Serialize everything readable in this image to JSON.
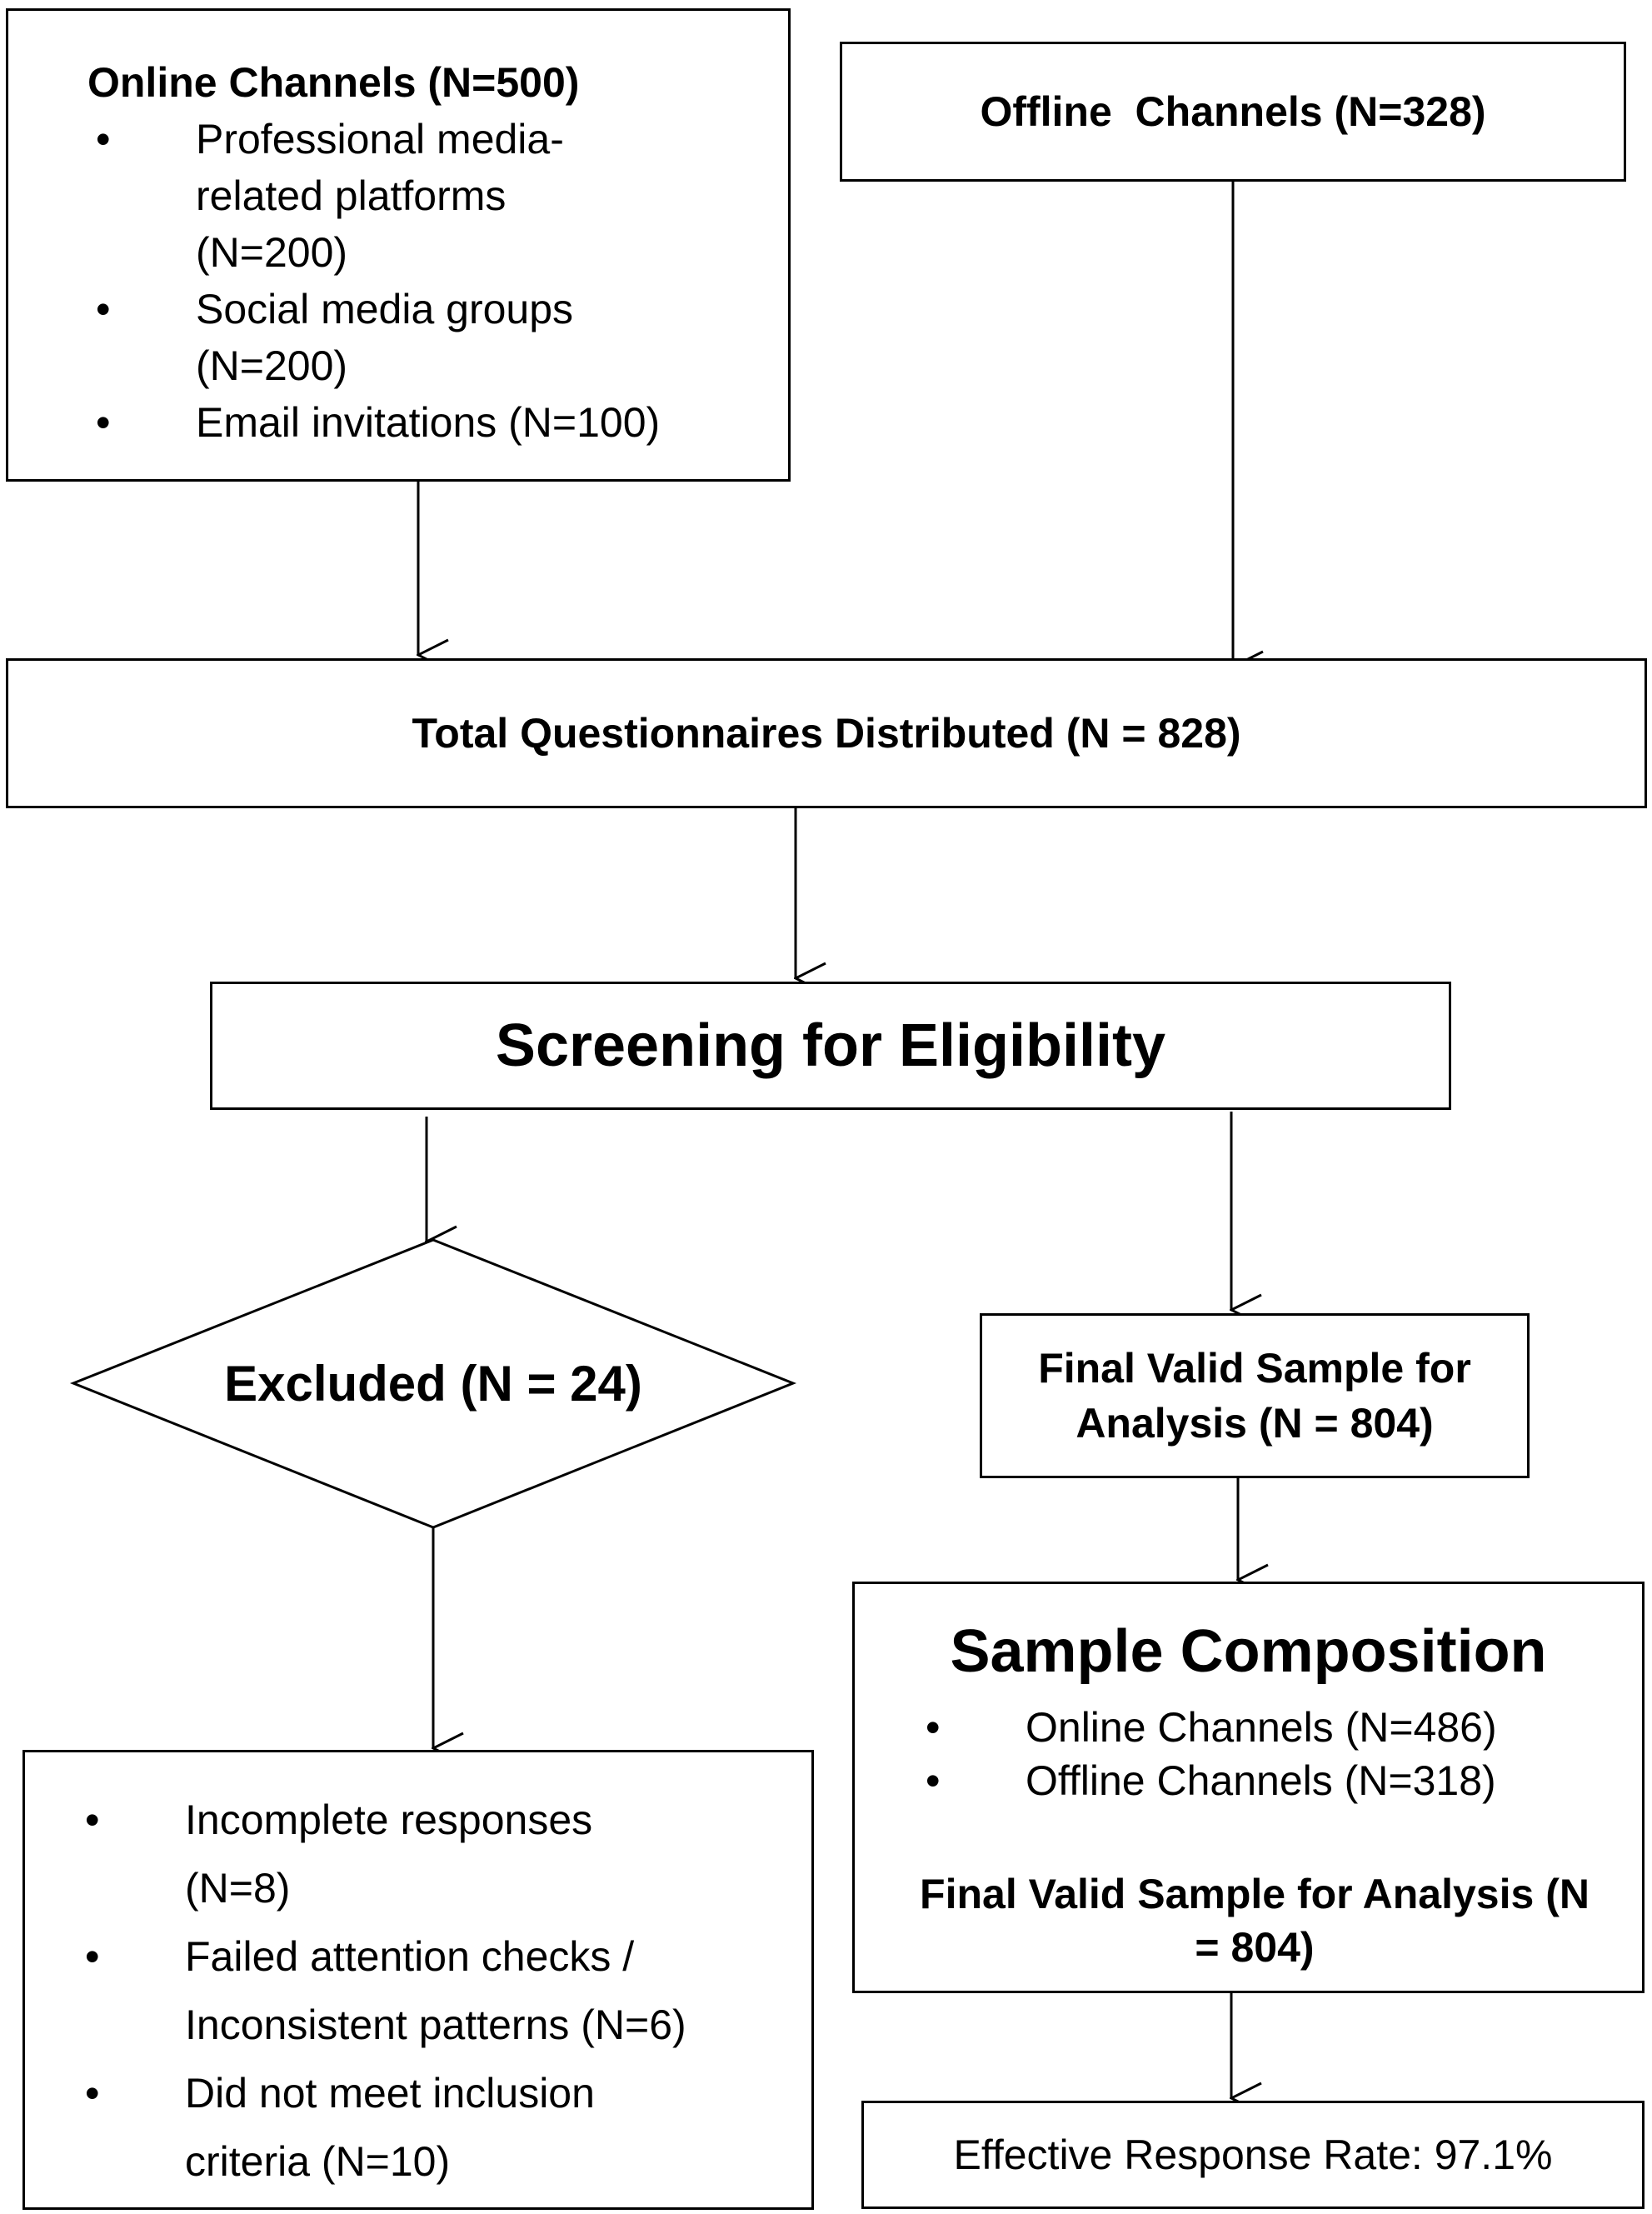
{
  "online": {
    "title": "Online Channels (N=500)",
    "items": [
      "Professional media-related platforms (N=200)",
      "Social media groups (N=200)",
      "Email invitations (N=100)"
    ]
  },
  "offline": {
    "title": "Offline  Channels (N=328)"
  },
  "total": {
    "title": "Total Questionnaires Distributed (N = 828)"
  },
  "screening": {
    "title": "Screening for Eligibility"
  },
  "excluded": {
    "title": "Excluded (N = 24)",
    "items": [
      "Incomplete responses (N=8)",
      "Failed attention checks / Inconsistent patterns (N=6)",
      "Did not meet inclusion criteria (N=10)"
    ]
  },
  "final_valid": {
    "title": "Final Valid Sample for Analysis (N = 804)"
  },
  "composition": {
    "title": "Sample Composition",
    "items": [
      "Online Channels (N=486)",
      "Offline Channels (N=318)"
    ],
    "footer": "Final Valid Sample for Analysis (N = 804)"
  },
  "response_rate": {
    "text": "Effective Response Rate: 97.1%"
  }
}
